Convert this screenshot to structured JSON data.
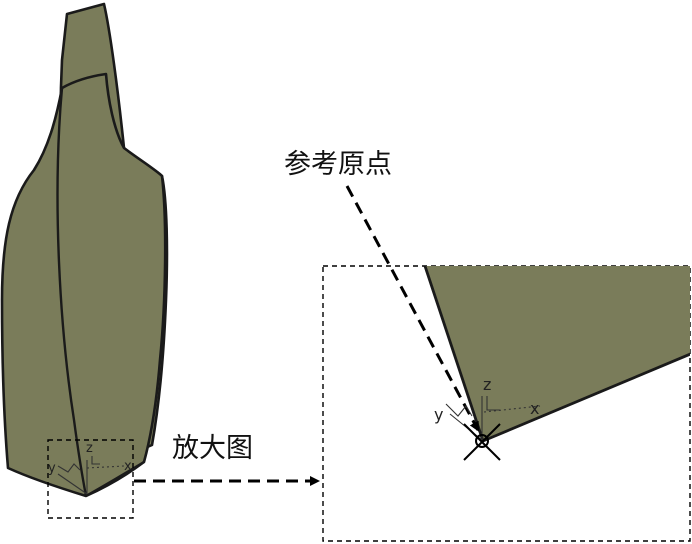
{
  "labels": {
    "reference_origin": "参考原点",
    "zoom_view": "放大图"
  },
  "axes": {
    "x": "x",
    "y": "y",
    "z": "z"
  },
  "colors": {
    "surface_fill": "#7a7c5a",
    "outline": "#1a1a1a",
    "dashes": "#000000"
  }
}
